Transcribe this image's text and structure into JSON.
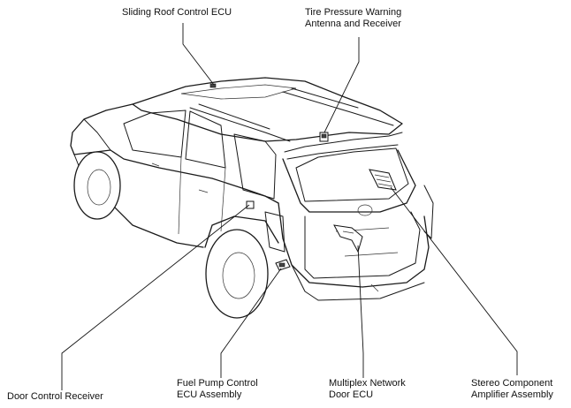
{
  "labels": {
    "sliding_roof": "Sliding Roof Control ECU",
    "tire_pressure": [
      "Tire Pressure Warning",
      "Antenna and Receiver"
    ],
    "door_control": "Door Control Receiver",
    "fuel_pump": [
      "Fuel Pump Control",
      "ECU Assembly"
    ],
    "multiplex": [
      "Multiplex Network",
      "Door ECU"
    ],
    "stereo": [
      "Stereo Component",
      "Amplifier Assembly"
    ]
  }
}
